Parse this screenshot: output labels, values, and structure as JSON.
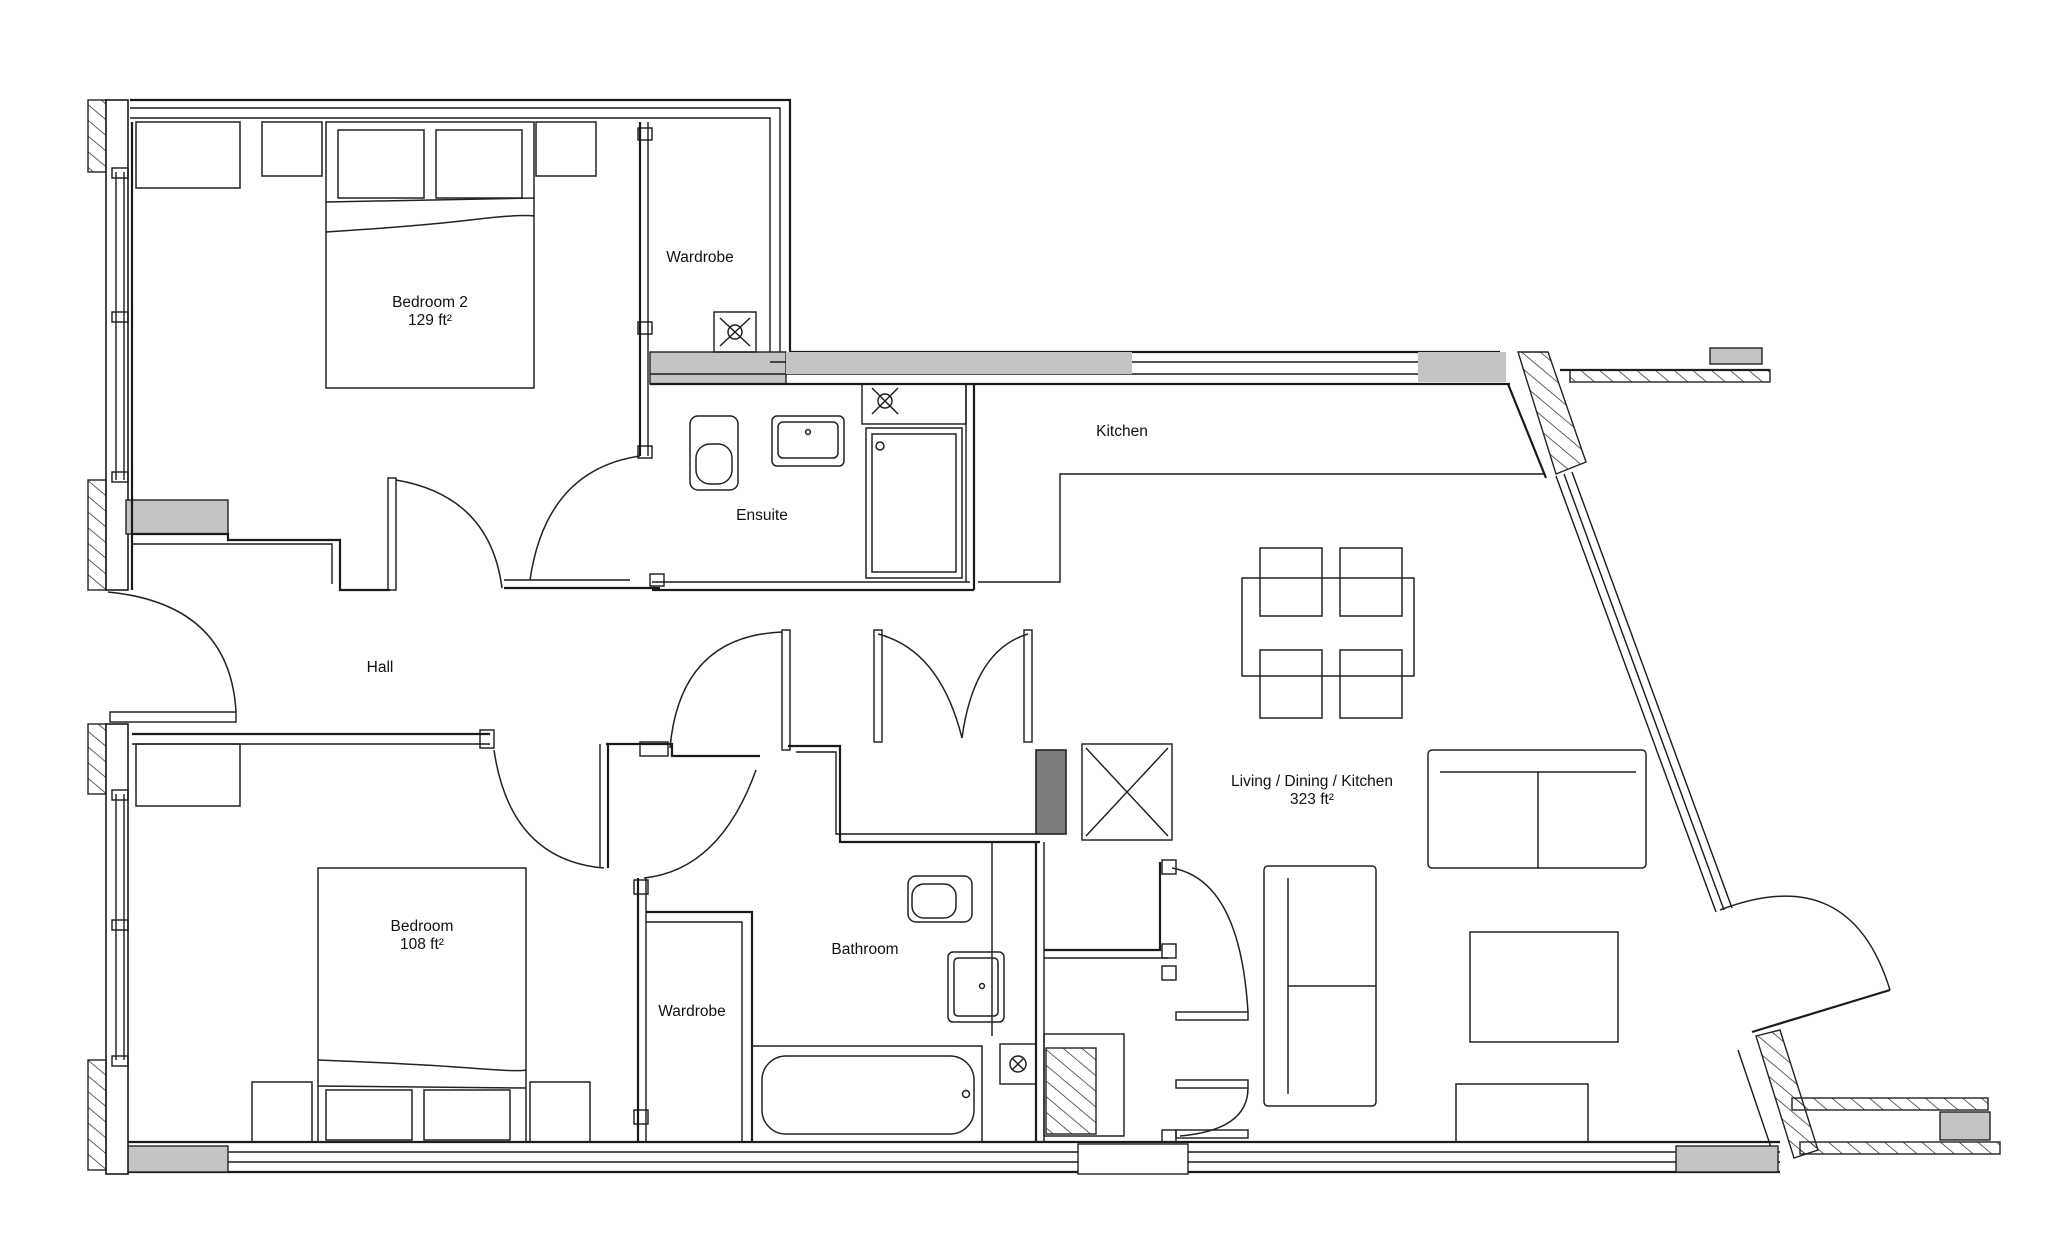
{
  "plan": {
    "type": "apartment floor plan",
    "units": "ft²",
    "colors": {
      "line": "#1a1a1a",
      "structural_fill": "#c4c4c4",
      "riser_fill": "#7c7c7c",
      "background": "#ffffff"
    }
  },
  "rooms": {
    "bedroom2": {
      "label": "Bedroom 2",
      "area": "129 ft²"
    },
    "wardrobe_top": {
      "label": "Wardrobe"
    },
    "ensuite": {
      "label": "Ensuite"
    },
    "kitchen": {
      "label": "Kitchen"
    },
    "hall": {
      "label": "Hall"
    },
    "living": {
      "label": "Living / Dining / Kitchen",
      "area": "323 ft²"
    },
    "bedroom": {
      "label": "Bedroom",
      "area": "108 ft²"
    },
    "wardrobe_bottom": {
      "label": "Wardrobe"
    },
    "bathroom": {
      "label": "Bathroom"
    }
  },
  "furniture": {
    "double_beds": 2,
    "bedside_tables": 4,
    "dining_table": 1,
    "dining_chairs": 4,
    "sofas": 2,
    "coffee_table": 1,
    "tv_unit": 1,
    "toilets": 2,
    "basins": 2,
    "bath": 1,
    "shower_tray": 1,
    "boiler_cupboard": 1
  }
}
